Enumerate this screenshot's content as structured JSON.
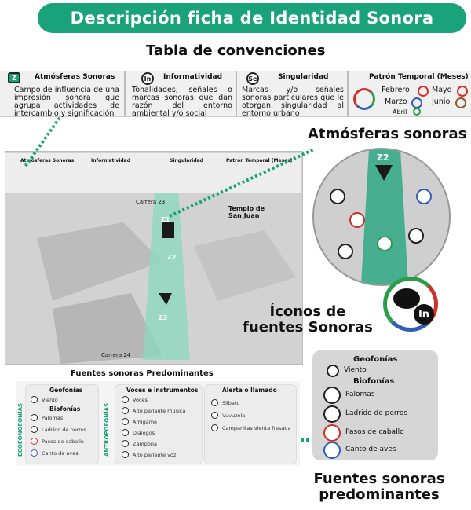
{
  "title": "Descripción ficha de Identidad Sonora",
  "legend_title": "Tabla de convenciones",
  "legend": {
    "atmosferas": {
      "label": "Atmósferas Sonoras",
      "text": "Campo de influencia de una impresión sonora que agrupa actividades de intercambio y significación"
    },
    "informatividad": {
      "label": "Informatividad",
      "text": "Tonalidades, señales o marcas sonoras que dan razón del entorno ambiental y/o social"
    },
    "singularidad": {
      "label": "Singularidad",
      "text": "Marcas y/o señales sonoras particulares que le otorgan singularidad al entorno urbano"
    },
    "patron": {
      "label": "Patrón Temporal (Meses)",
      "months": [
        "Febrero",
        "Mayo",
        "Marzo",
        "Junio",
        "Abril"
      ]
    }
  },
  "month_colors": {
    "Febrero": "#d0312d",
    "Mayo": "#d0312d",
    "Marzo": "#2f5db8",
    "Junio": "#8a5a2b",
    "Abril": "#2a9d4a"
  },
  "mini_legend": {
    "a": "Atmósferas Sonoras",
    "b": "Informatividad",
    "c": "Singularidad",
    "d": "Patrón Temporal (Meses)"
  },
  "map": {
    "labels": [
      "Carrera 23",
      "Z1",
      "Z2",
      "Z3",
      "Templo de San Juan",
      "Carrera 24"
    ]
  },
  "atmosferas_title": "Atmósferas sonoras",
  "zoom_label": "Z2",
  "iconos_title": "Íconos de fuentes Sonoras",
  "fuentes_small_title": "Fuentes sonoras Predominantes",
  "fuentes_small": {
    "eco_label": "ECOFONOFONÍAS",
    "antro_label": "ANTROPOFONÍAS",
    "geo": "Geofonías",
    "bio": "Biofonías",
    "eco_items": [
      "Viento",
      "Palomas",
      "Ladrido de perros",
      "Pasos de caballo",
      "Canto de aves"
    ],
    "voces_title": "Voces e instrumentos",
    "voces_items": [
      "Voces",
      "Alto parlante música",
      "Amígame",
      "Dialogos",
      "Zampoña",
      "Alto parlante voz"
    ],
    "alerta_title": "Alerta o llamado",
    "alerta_items": [
      "Silbato",
      "Vuvuzela",
      "Campanitas vienta fresada"
    ]
  },
  "big_box": {
    "geo": "Geofonías",
    "viento": "Viento",
    "bio": "Biofonías",
    "items": [
      "Palomas",
      "Ladrido de perros",
      "Pasos de caballo",
      "Canto de aves"
    ]
  },
  "fuentes_big_title": "Fuentes sonoras predominantes",
  "icon_text": "In"
}
